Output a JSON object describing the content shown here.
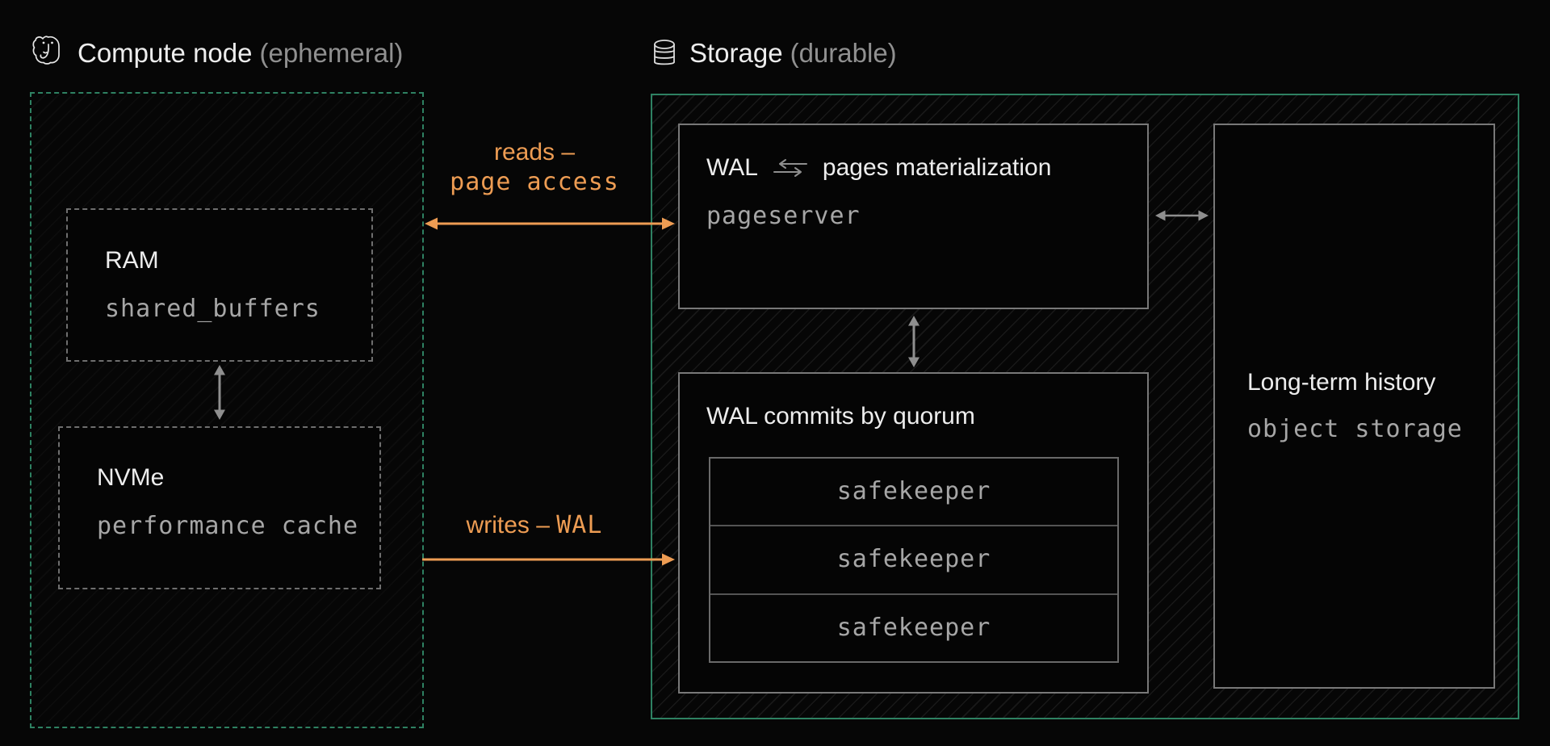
{
  "colors": {
    "background": "#060606",
    "orange": "#ED9C53",
    "green": "#2E8162",
    "box_border": "#787878",
    "dashed_border": "#6E6E6E",
    "white_text": "#EDEDED",
    "muted_text": "#909090",
    "mono_text": "#A6A6A6",
    "arrow_gray": "#8F8F8F"
  },
  "compute": {
    "icon": "postgresql-elephant",
    "title": "Compute node",
    "qualifier": "(ephemeral)",
    "ram": {
      "title": "RAM",
      "label": "shared_buffers"
    },
    "nvme": {
      "title": "NVMe",
      "label": "performance cache"
    }
  },
  "storage": {
    "icon": "database-cylinder",
    "title": "Storage",
    "qualifier": "(durable)",
    "pageserver": {
      "title_before_icon": "WAL",
      "title_icon": "swap-arrows",
      "title_after_icon": "pages materialization",
      "label": "pageserver"
    },
    "wal_commits": {
      "title": "WAL commits by quorum",
      "safekeepers": [
        "safekeeper",
        "safekeeper",
        "safekeeper"
      ]
    },
    "long_term": {
      "title": "Long-term history",
      "label": "object storage"
    }
  },
  "edges": {
    "reads": {
      "line1": "reads –",
      "line2": "page access",
      "direction": "bidirectional"
    },
    "writes": {
      "text": "writes –",
      "code": "WAL",
      "direction": "to-storage"
    }
  }
}
